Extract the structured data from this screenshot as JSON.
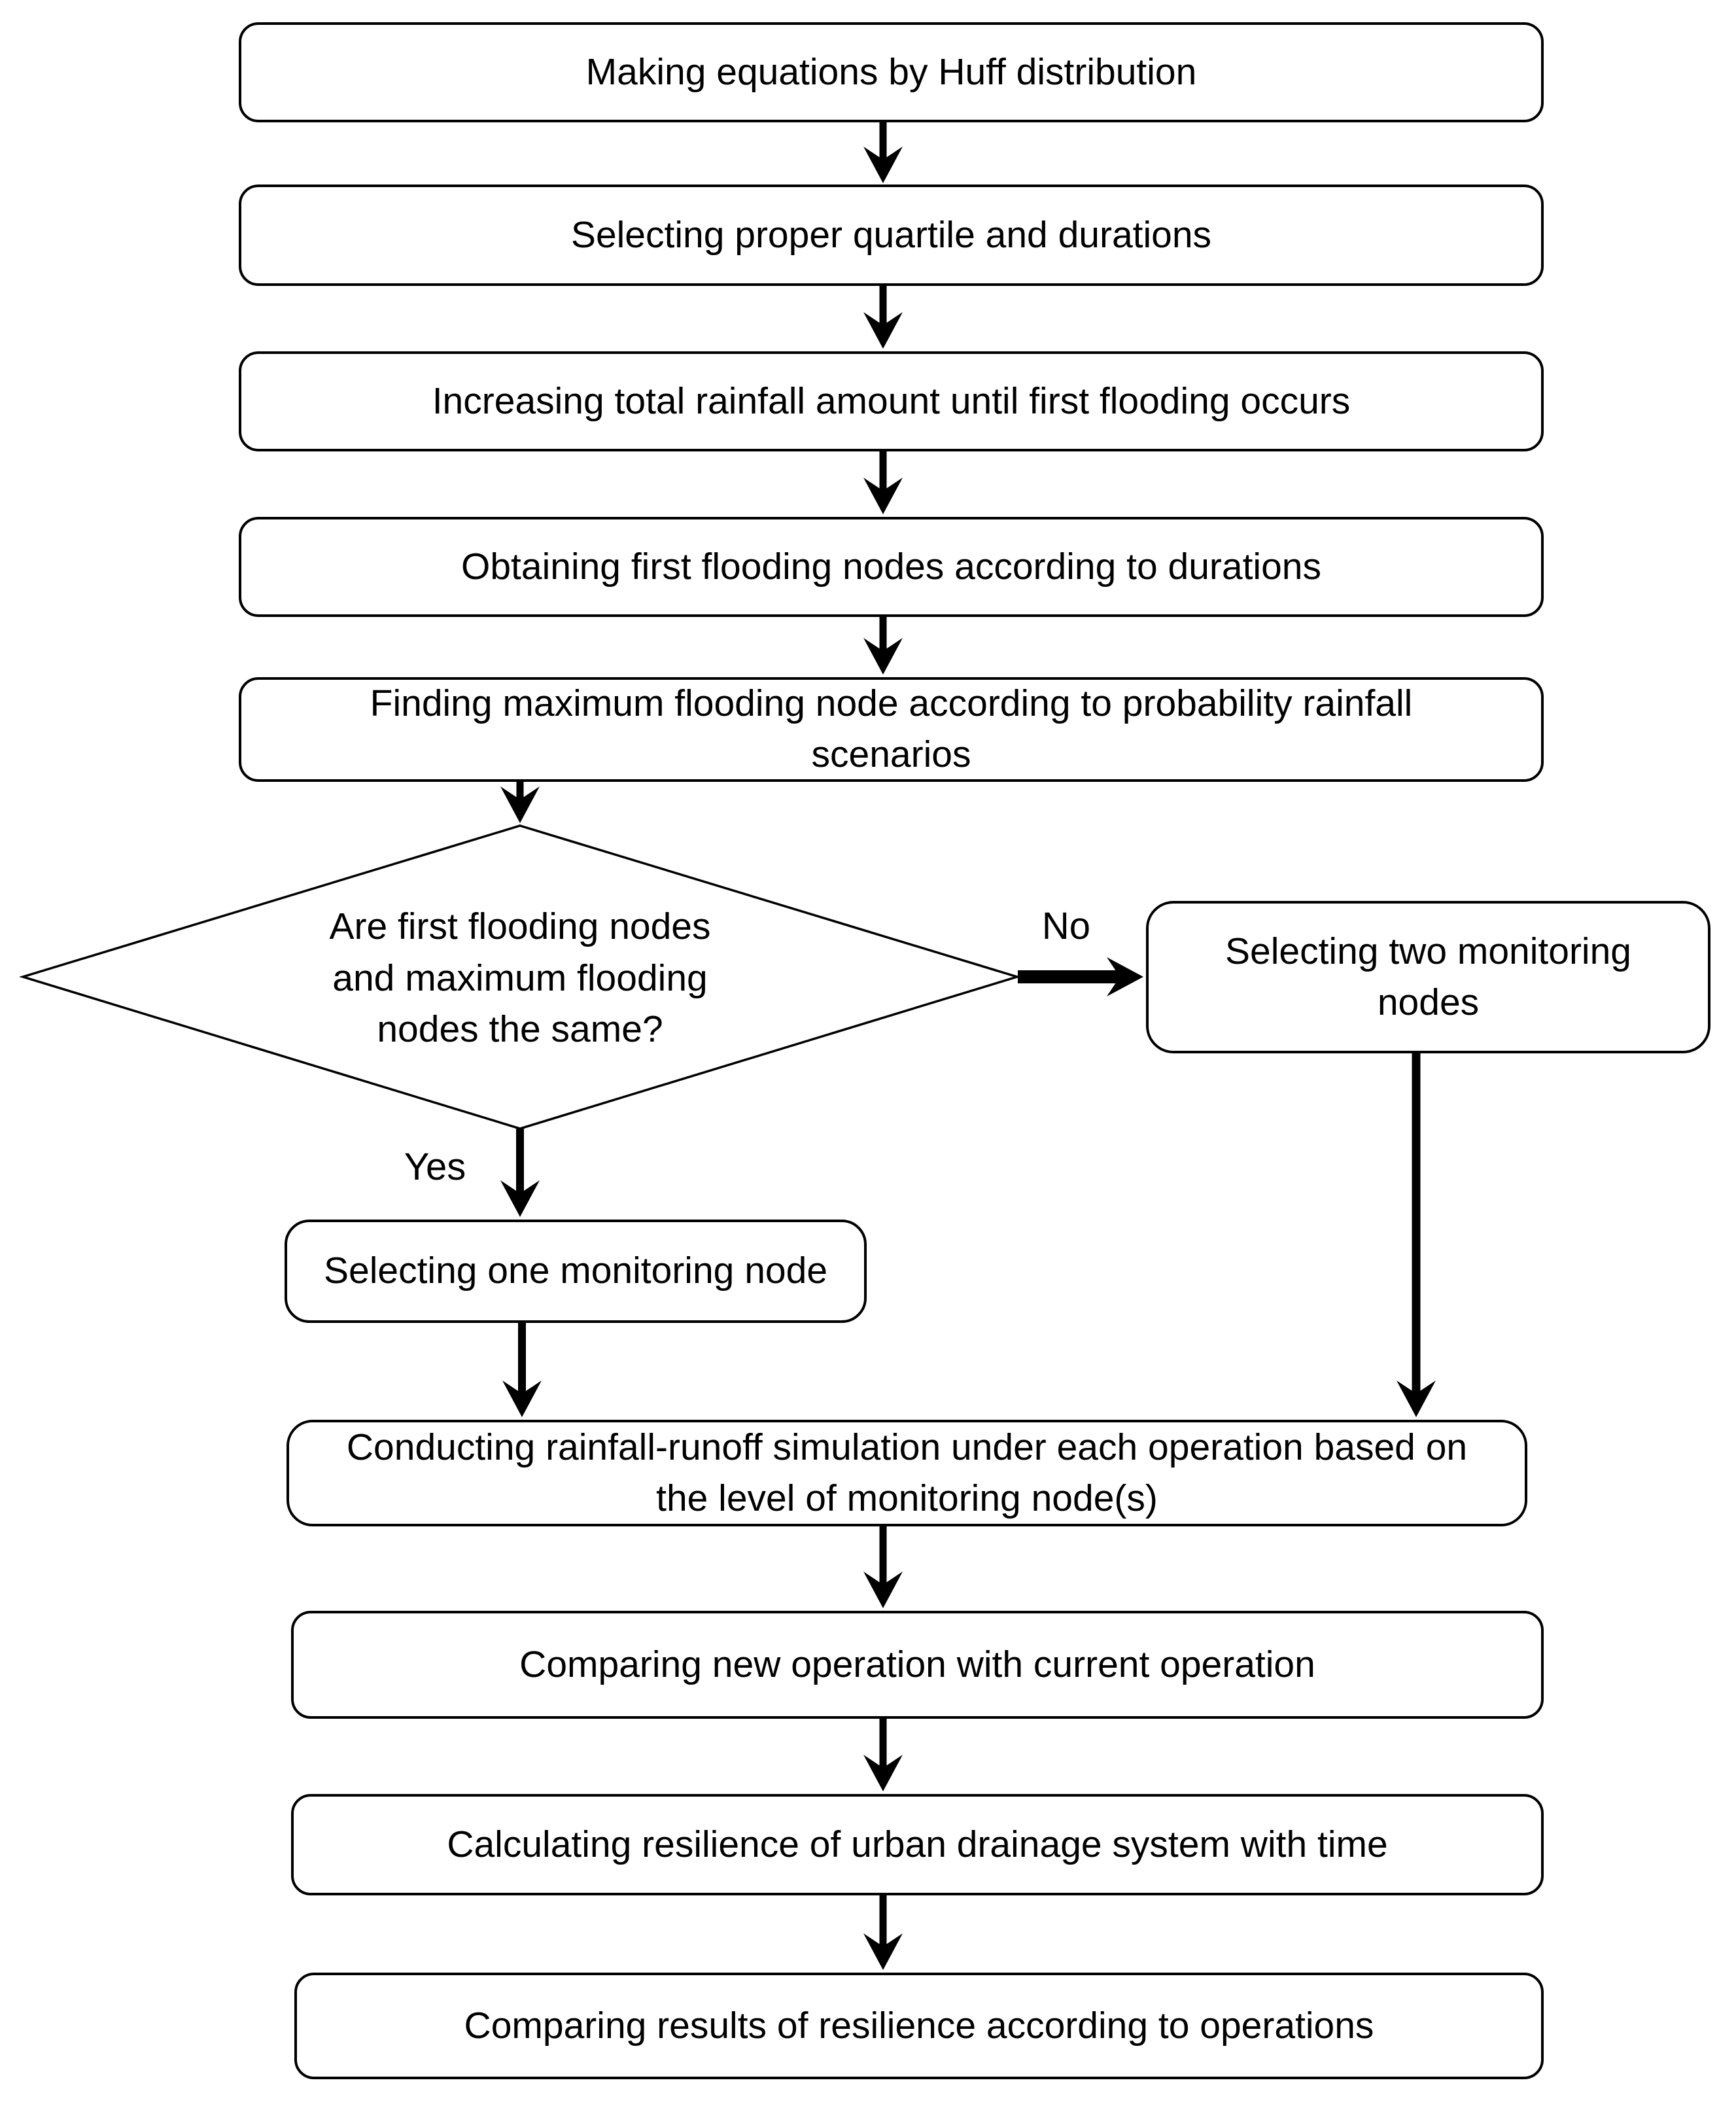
{
  "flowchart": {
    "steps": {
      "step1": "Making equations by Huff distribution",
      "step2": "Selecting proper quartile and durations",
      "step3": "Increasing total rainfall amount until first flooding occurs",
      "step4": "Obtaining first flooding nodes according to durations",
      "step5": "Finding maximum flooding node according to probability rainfall\nscenarios",
      "decision": "Are first flooding nodes\nand maximum flooding\nnodes the same?",
      "yes_branch": "Selecting one monitoring node",
      "no_branch": "Selecting two monitoring\nnodes",
      "step6": "Conducting rainfall-runoff simulation under each operation based on\nthe level of monitoring node(s)",
      "step7": "Comparing new operation with current operation",
      "step8": "Calculating resilience of urban drainage system with time",
      "step9": "Comparing results of resilience according to operations"
    },
    "labels": {
      "yes": "Yes",
      "no": "No"
    },
    "colors": {
      "stroke": "#000000",
      "background": "#ffffff"
    }
  }
}
